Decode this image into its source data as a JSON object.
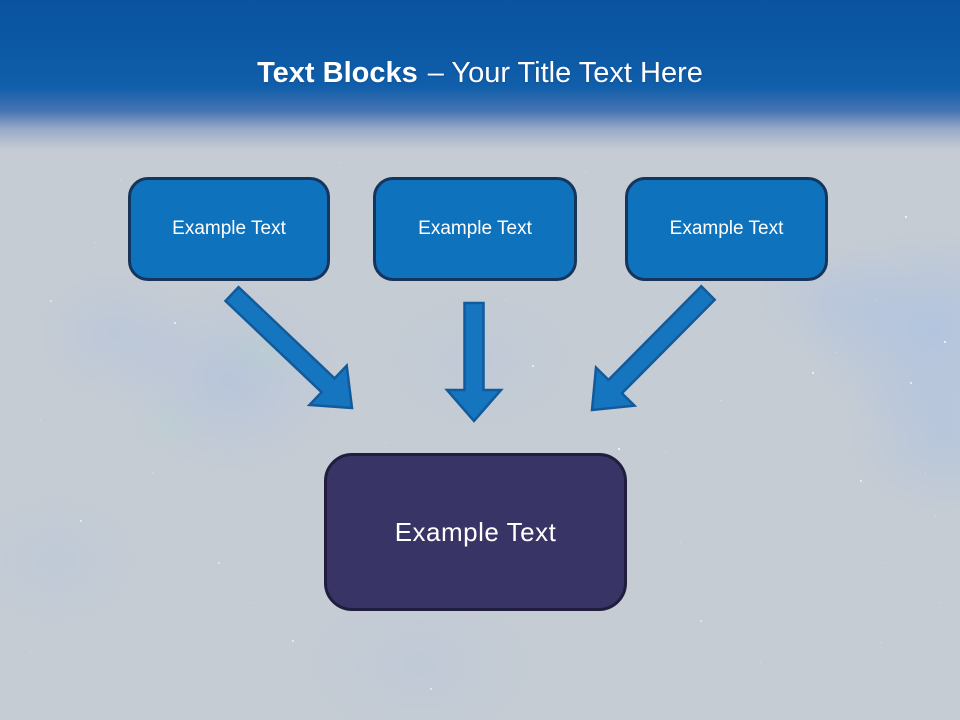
{
  "slide": {
    "title": {
      "bold": "Text Blocks",
      "rest": "– Your Title Text Here"
    },
    "source_blocks": [
      {
        "label": "Example Text"
      },
      {
        "label": "Example Text"
      },
      {
        "label": "Example Text"
      }
    ],
    "result_block": {
      "label": "Example Text"
    },
    "icons": {
      "left": "arrow-down-right-icon",
      "middle": "arrow-down-icon",
      "right": "arrow-down-left-icon"
    },
    "colors": {
      "header_blue": "#115fab",
      "background_gray": "#c6ccd3",
      "block_fill": "#0e72bc",
      "block_border": "#16355c",
      "block_text": "#ffffff",
      "arrow_fill": "#1576bf",
      "arrow_border": "#115a9b",
      "result_fill": "#383566",
      "result_border": "#211d3e",
      "title_text": "#ffffff"
    }
  }
}
